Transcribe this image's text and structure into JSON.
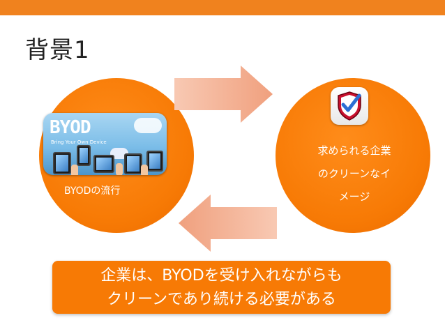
{
  "slide": {
    "title": "背景1",
    "accent_color": "#f0821e",
    "circle_color": "#f77a05"
  },
  "left_circle": {
    "image": {
      "logo_text": "BYOD",
      "logo_subtitle": "Bring Your Own Device"
    },
    "caption": "BYODの流行"
  },
  "right_circle": {
    "icon": "shield-check-icon",
    "caption_lines": [
      "求められる企業",
      "のクリーンなイ",
      "メージ"
    ]
  },
  "arrows": {
    "top": "arrow-right-icon",
    "bottom": "arrow-left-icon"
  },
  "banner": {
    "lines": [
      "企業は、BYODを受け入れながらも",
      "クリーンであり続ける必要がある"
    ]
  }
}
